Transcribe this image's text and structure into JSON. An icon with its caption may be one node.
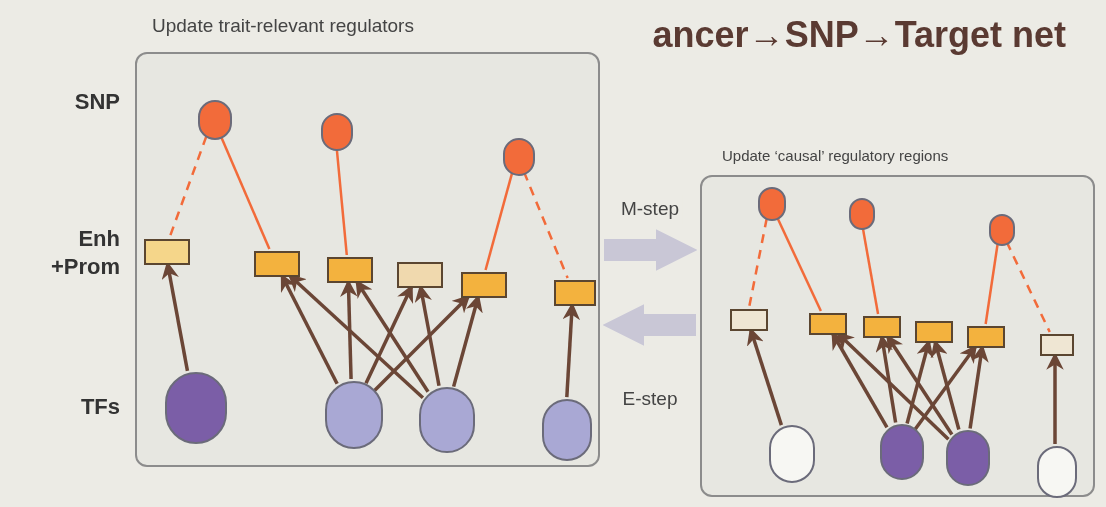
{
  "diagram": {
    "title": "ancer→SNP→Target net",
    "nodes": [
      {
        "text": [
          "Update trait-relevant regulators"
        ]
      },
      {
        "text": [],
        "shape": "circle",
        "in": 0
      },
      {
        "text": [],
        "shape": "circle",
        "in": 0
      },
      {
        "text": [],
        "shape": "circle",
        "in": 0
      },
      {
        "text": [],
        "shape": "box",
        "in": 0
      },
      {
        "text": [],
        "shape": "box",
        "in": 0
      },
      {
        "text": [],
        "shape": "box",
        "in": 0
      },
      {
        "text": [],
        "shape": "box",
        "in": 0
      },
      {
        "text": [],
        "shape": "box",
        "in": 0
      },
      {
        "text": [],
        "shape": "box",
        "in": 0
      },
      {
        "text": [],
        "shape": "circle",
        "in": 0
      },
      {
        "text": [],
        "shape": "circle",
        "in": 0
      },
      {
        "text": [],
        "shape": "circle",
        "in": 0
      },
      {
        "text": [],
        "shape": "circle",
        "in": 0
      },
      {
        "text": [
          "Update ‘causal’ regulatory regions"
        ]
      },
      {
        "text": [],
        "shape": "circle",
        "in": 14
      },
      {
        "text": [],
        "shape": "circle",
        "in": 14
      },
      {
        "text": [],
        "shape": "circle",
        "in": 14
      },
      {
        "text": [],
        "shape": "box",
        "in": 14
      },
      {
        "text": [],
        "shape": "box",
        "in": 14
      },
      {
        "text": [],
        "shape": "box",
        "in": 14
      },
      {
        "text": [],
        "shape": "box",
        "in": 14
      },
      {
        "text": [],
        "shape": "box",
        "in": 14
      },
      {
        "text": [],
        "shape": "box",
        "in": 14
      },
      {
        "text": [],
        "shape": "circle",
        "in": 14
      },
      {
        "text": [],
        "shape": "circle",
        "in": 14
      },
      {
        "text": [],
        "shape": "circle",
        "in": 14
      },
      {
        "text": [],
        "shape": "circle",
        "in": 14
      }
    ],
    "edges": [
      {
        "from": 1,
        "to": 4,
        "arrow": "none",
        "style": "dashed",
        "color": "#f26b3a"
      },
      {
        "from": 1,
        "to": 5,
        "arrow": "none",
        "color": "#f26b3a"
      },
      {
        "from": 2,
        "to": 6,
        "arrow": "none",
        "color": "#f26b3a"
      },
      {
        "from": 3,
        "to": 8,
        "arrow": "none",
        "color": "#f26b3a"
      },
      {
        "from": 3,
        "to": 9,
        "arrow": "none",
        "style": "dashed",
        "color": "#f26b3a"
      },
      {
        "from": 10,
        "to": 4,
        "arrow": "to"
      },
      {
        "from": 11,
        "to": 5,
        "arrow": "to"
      },
      {
        "from": 11,
        "to": 6,
        "arrow": "to"
      },
      {
        "from": 11,
        "to": 7,
        "arrow": "to"
      },
      {
        "from": 11,
        "to": 8,
        "arrow": "to"
      },
      {
        "from": 12,
        "to": 5,
        "arrow": "to"
      },
      {
        "from": 12,
        "to": 6,
        "arrow": "to"
      },
      {
        "from": 12,
        "to": 7,
        "arrow": "to"
      },
      {
        "from": 12,
        "to": 8,
        "arrow": "to"
      },
      {
        "from": 13,
        "to": 9,
        "arrow": "to"
      },
      {
        "from": 15,
        "to": 18,
        "arrow": "none",
        "style": "dashed",
        "color": "#f26b3a"
      },
      {
        "from": 15,
        "to": 19,
        "arrow": "none",
        "color": "#f26b3a"
      },
      {
        "from": 16,
        "to": 20,
        "arrow": "none",
        "color": "#f26b3a"
      },
      {
        "from": 17,
        "to": 22,
        "arrow": "none",
        "color": "#f26b3a"
      },
      {
        "from": 17,
        "to": 23,
        "arrow": "none",
        "style": "dashed",
        "color": "#f26b3a"
      },
      {
        "from": 24,
        "to": 18,
        "arrow": "to"
      },
      {
        "from": 25,
        "to": 19,
        "arrow": "to"
      },
      {
        "from": 25,
        "to": 20,
        "arrow": "to"
      },
      {
        "from": 25,
        "to": 21,
        "arrow": "to"
      },
      {
        "from": 25,
        "to": 22,
        "arrow": "to"
      },
      {
        "from": 26,
        "to": 19,
        "arrow": "to"
      },
      {
        "from": 26,
        "to": 20,
        "arrow": "to"
      },
      {
        "from": 26,
        "to": 21,
        "arrow": "to"
      },
      {
        "from": 26,
        "to": 22,
        "arrow": "to"
      },
      {
        "from": 27,
        "to": 23,
        "arrow": "to"
      },
      {
        "from": 0,
        "to": 14,
        "arrow": "to",
        "label": "M-step",
        "style": "thick",
        "color": "#c9c7d6"
      },
      {
        "from": 14,
        "to": 0,
        "arrow": "to",
        "label": "E-step",
        "style": "thick",
        "color": "#c9c7d6"
      }
    ],
    "labels": [
      "SNP",
      "Enh +Prom",
      "TFs"
    ]
  }
}
